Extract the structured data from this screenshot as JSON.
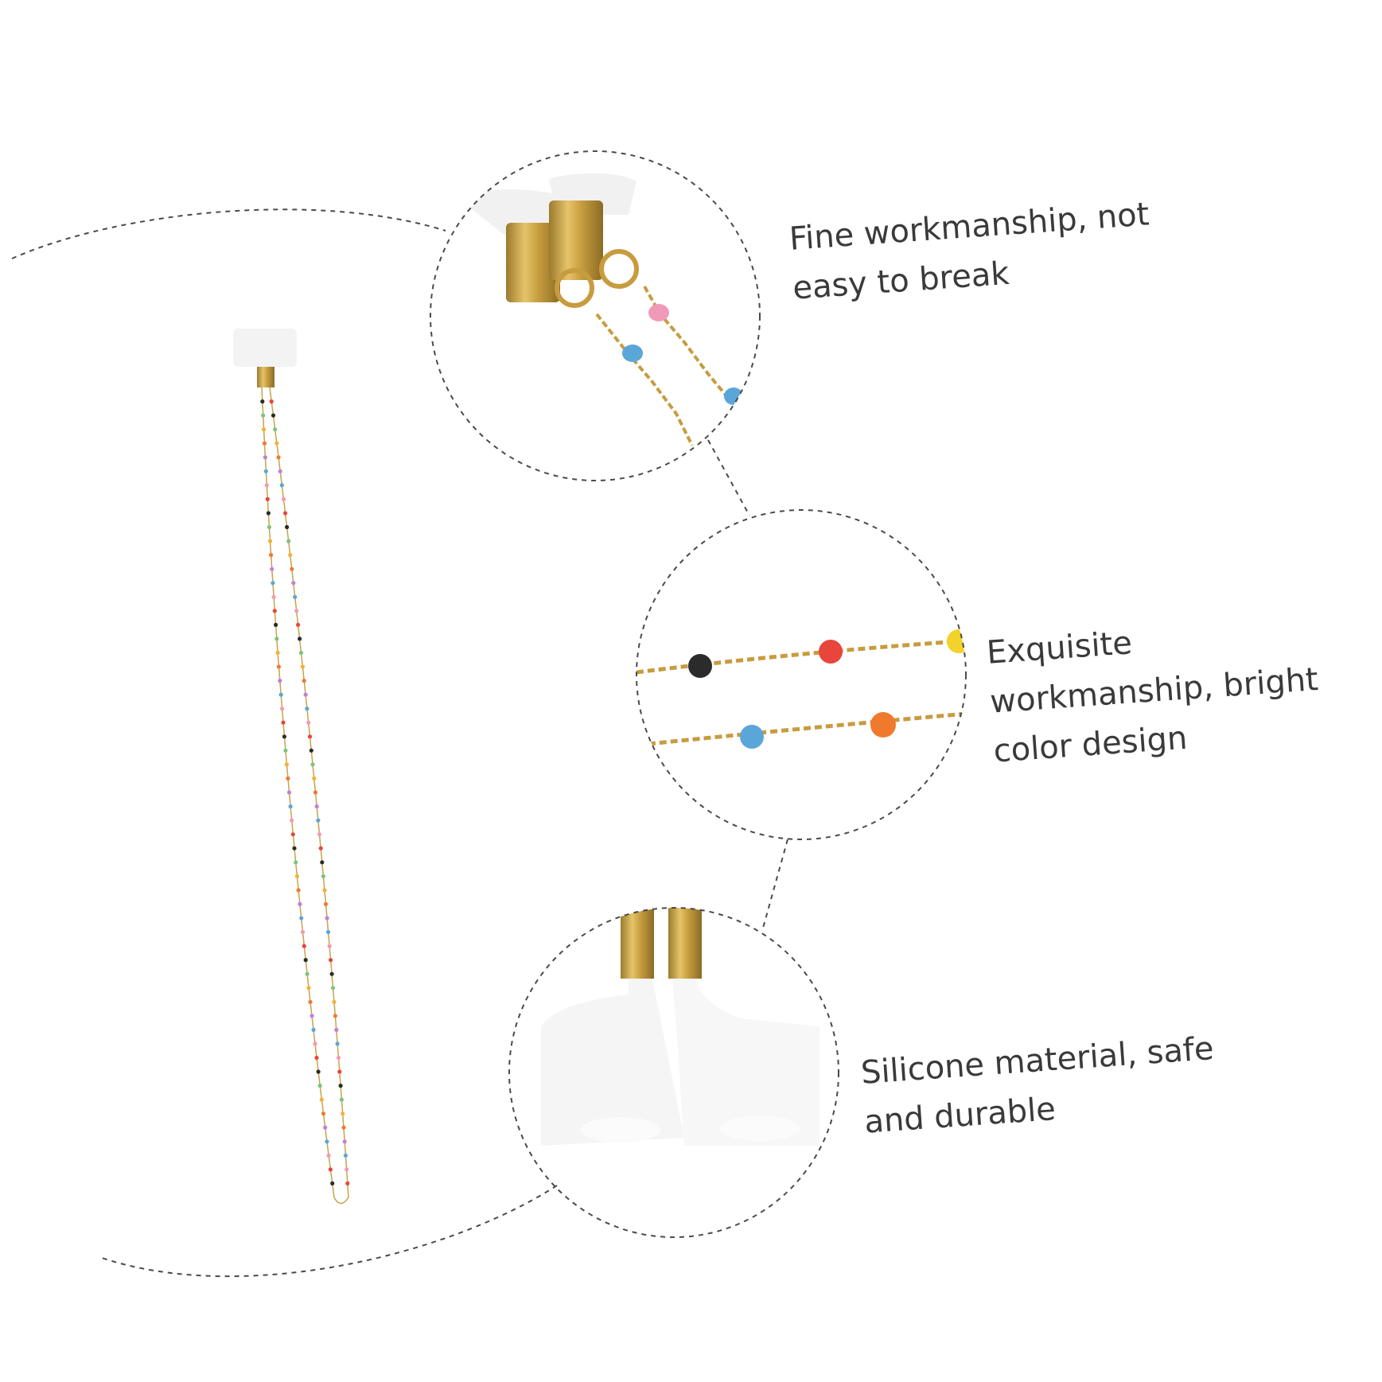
{
  "features": [
    {
      "line1": "Fine workmanship, not",
      "line2": "easy to break"
    },
    {
      "line1": "Exquisite",
      "line2": "workmanship, bright",
      "line3": "color design"
    },
    {
      "line1": "Silicone material, safe",
      "line2": "and durable"
    }
  ],
  "colors": {
    "gold": "#c9a24a",
    "silicone": "#f2f2f2",
    "bead_colors": [
      "#e8453c",
      "#f2b233",
      "#5aa6d8",
      "#2b2b2b",
      "#ef7a2e",
      "#f09ab9",
      "#7bc47f",
      "#c77dd6"
    ],
    "text": "#3a3a3a",
    "dashed_line": "#4a4a4a"
  }
}
